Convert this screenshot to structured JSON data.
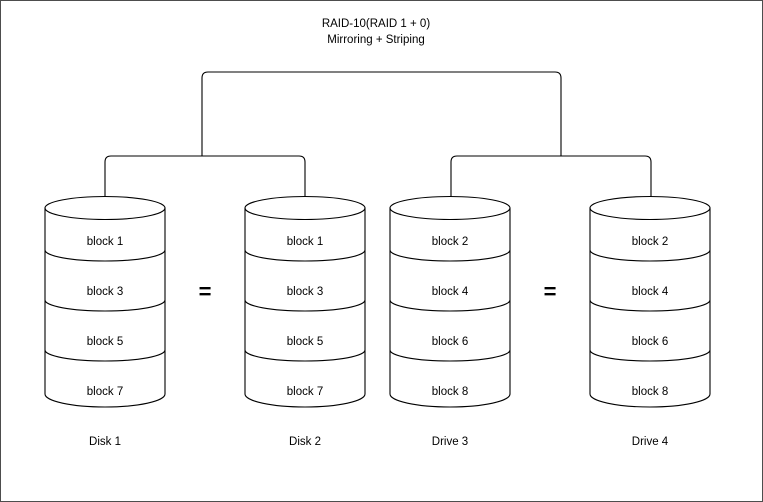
{
  "title": {
    "line1": "RAID-10(RAID 1 + 0)",
    "line2": "Mirroring + Striping"
  },
  "colors": {
    "stroke": "#000000",
    "background": "#ffffff",
    "border": "#4d4d4d"
  },
  "equals_signs": [
    {
      "label": "=",
      "between": "disk-1-disk-2"
    },
    {
      "label": "=",
      "between": "drive-3-drive-4"
    }
  ],
  "disks": [
    {
      "id": "disk-1",
      "label": "Disk 1",
      "blocks": [
        "block 1",
        "block 3",
        "block 5",
        "block 7"
      ]
    },
    {
      "id": "disk-2",
      "label": "Disk 2",
      "blocks": [
        "block 1",
        "block 3",
        "block 5",
        "block 7"
      ]
    },
    {
      "id": "drive-3",
      "label": "Drive 3",
      "blocks": [
        "block 2",
        "block 4",
        "block 6",
        "block 8"
      ]
    },
    {
      "id": "drive-4",
      "label": "Drive 4",
      "blocks": [
        "block 2",
        "block 4",
        "block 6",
        "block 8"
      ]
    }
  ]
}
